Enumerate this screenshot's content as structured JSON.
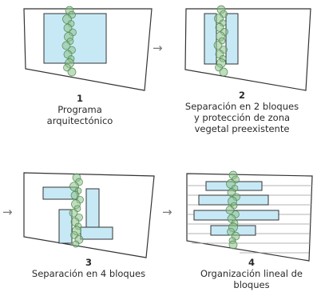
{
  "colors": {
    "block_fill": "#c7e9f6",
    "outline": "#333333",
    "tree_fill": "#8dc08a",
    "tree_stroke": "#4f8a50",
    "hatch_line": "#9a9a9a"
  },
  "arrow_glyph": "→",
  "panels": [
    {
      "number": "1",
      "label_lines": [
        "Programa",
        "arquitectónico"
      ]
    },
    {
      "number": "2",
      "label_lines": [
        "Separación en 2 bloques",
        "y protección de zona",
        "vegetal preexistente"
      ]
    },
    {
      "number": "3",
      "label_lines": [
        "Separación en 4 bloques"
      ]
    },
    {
      "number": "4",
      "label_lines": [
        "Organización lineal de",
        "bloques"
      ]
    }
  ]
}
